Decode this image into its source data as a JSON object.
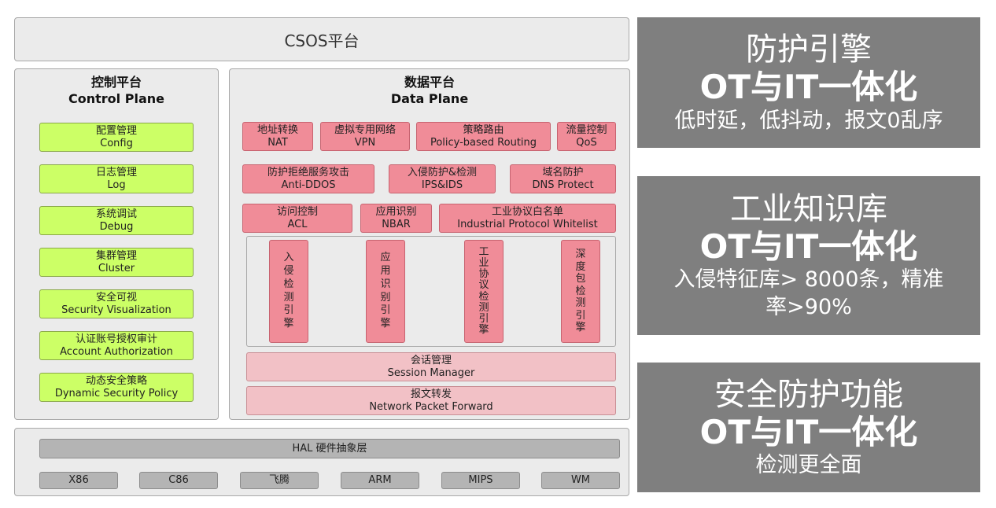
{
  "top": {
    "title": "CSOS平台"
  },
  "control": {
    "title_cn": "控制平台",
    "title_en": "Control Plane",
    "items": [
      {
        "cn": "配置管理",
        "en": "Config"
      },
      {
        "cn": "日志管理",
        "en": "Log"
      },
      {
        "cn": "系统调试",
        "en": "Debug"
      },
      {
        "cn": "集群管理",
        "en": "Cluster"
      },
      {
        "cn": "安全可视",
        "en": "Security Visualization"
      },
      {
        "cn": "认证账号授权审计",
        "en": "Account Authorization"
      },
      {
        "cn": "动态安全策略",
        "en": "Dynamic Security Policy"
      }
    ]
  },
  "data": {
    "title_cn": "数据平台",
    "title_en": "Data Plane",
    "row1": [
      {
        "cn": "地址转换",
        "en": "NAT"
      },
      {
        "cn": "虚拟专用网络",
        "en": "VPN"
      },
      {
        "cn": "策略路由",
        "en": "Policy-based Routing"
      },
      {
        "cn": "流量控制",
        "en": "QoS"
      }
    ],
    "row2": [
      {
        "cn": "防护拒绝服务攻击",
        "en": "Anti-DDOS"
      },
      {
        "cn": "入侵防护&检测",
        "en": "IPS&IDS"
      },
      {
        "cn": "域名防护",
        "en": "DNS Protect"
      }
    ],
    "row3": [
      {
        "cn": "访问控制",
        "en": "ACL"
      },
      {
        "cn": "应用识别",
        "en": "NBAR"
      },
      {
        "cn": "工业协议白名单",
        "en": "Industrial Protocol Whitelist"
      }
    ],
    "engines": [
      [
        "入",
        "侵",
        "检",
        "测",
        "引",
        "擎"
      ],
      [
        "应",
        "用",
        "识",
        "别",
        "引",
        "擎"
      ],
      [
        "工",
        "业",
        "协",
        "议",
        "检",
        "测",
        "引",
        "擎"
      ],
      [
        "深",
        "度",
        "包",
        "检",
        "测",
        "引",
        "擎"
      ]
    ],
    "session": {
      "cn": "会话管理",
      "en": "Session Manager"
    },
    "forward": {
      "cn": "报文转发",
      "en": "Network Packet Forward"
    }
  },
  "hal": {
    "title": "HAL 硬件抽象层",
    "platforms": [
      "X86",
      "C86",
      "飞腾",
      "ARM",
      "MIPS",
      "WM"
    ]
  },
  "features": [
    {
      "heading": "防护引擎",
      "bold": "OT与IT一体化",
      "sub": [
        "低时延，低抖动，报文0乱序"
      ]
    },
    {
      "heading": "工业知识库",
      "bold": "OT与IT一体化",
      "sub": [
        "入侵特征库> 8000条，精准",
        "率>90%"
      ]
    },
    {
      "heading": "安全防护功能",
      "bold": "OT与IT一体化",
      "sub": [
        "检测更全面"
      ]
    }
  ]
}
